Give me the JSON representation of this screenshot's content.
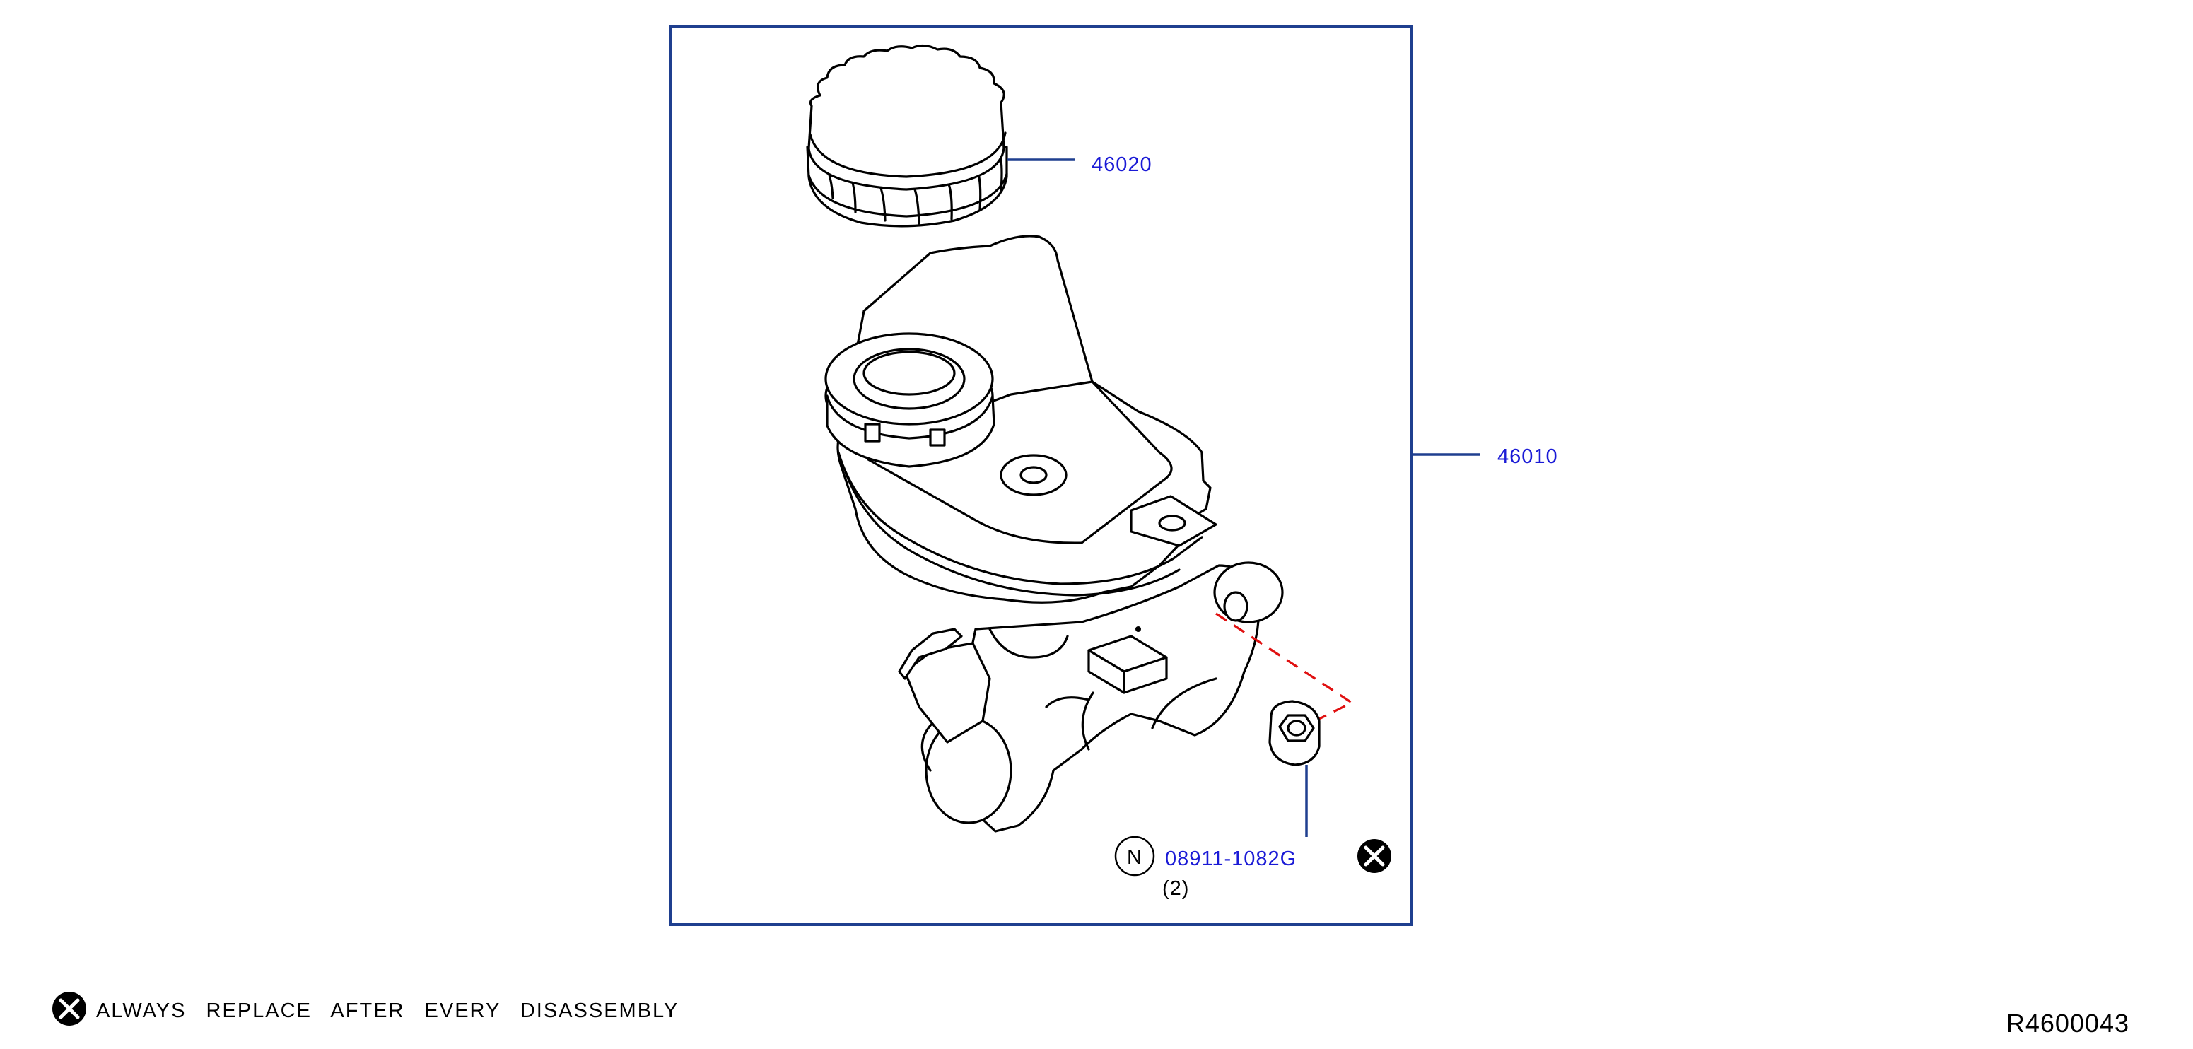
{
  "diagram": {
    "parts": {
      "reservoir_cap": {
        "number": "46020"
      },
      "master_cylinder": {
        "number": "46010"
      },
      "nut": {
        "number": "08911-1082G",
        "quantity": "(2)",
        "badge": "N"
      }
    },
    "note": {
      "text": "ALWAYS REPLACE AFTER EVERY DISASSEMBLY",
      "icon": "x-circle-icon"
    },
    "reference_code": "R4600043",
    "colors": {
      "frame": "#1f3f8f",
      "part_number": "#1a1ad6",
      "dashed_guide": "#e01010"
    }
  }
}
